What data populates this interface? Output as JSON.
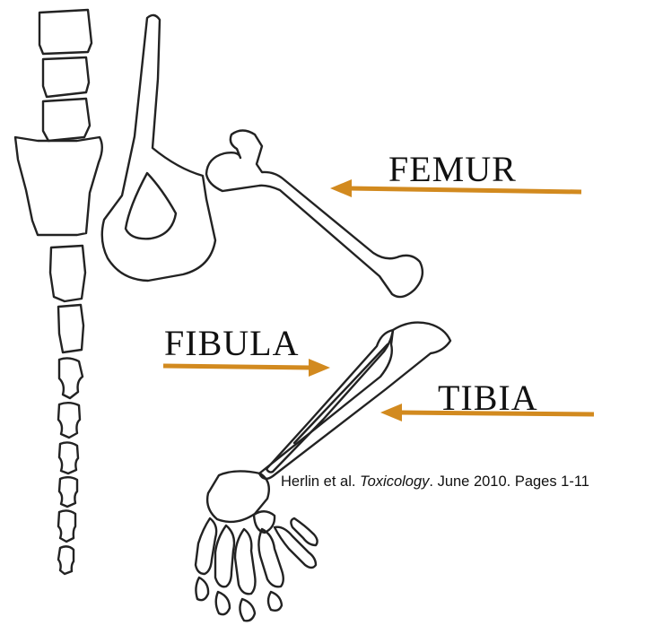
{
  "labels": {
    "femur": "FEMUR",
    "fibula": "FIBULA",
    "tibia": "TIBIA"
  },
  "citation": {
    "authors": "Herlin et al. ",
    "journal": "Toxicology",
    "rest": ". June 2010. Pages 1-11"
  },
  "colors": {
    "arrow": "#d28a1f",
    "outline": "#222222",
    "background": "#ffffff",
    "text": "#111111"
  }
}
